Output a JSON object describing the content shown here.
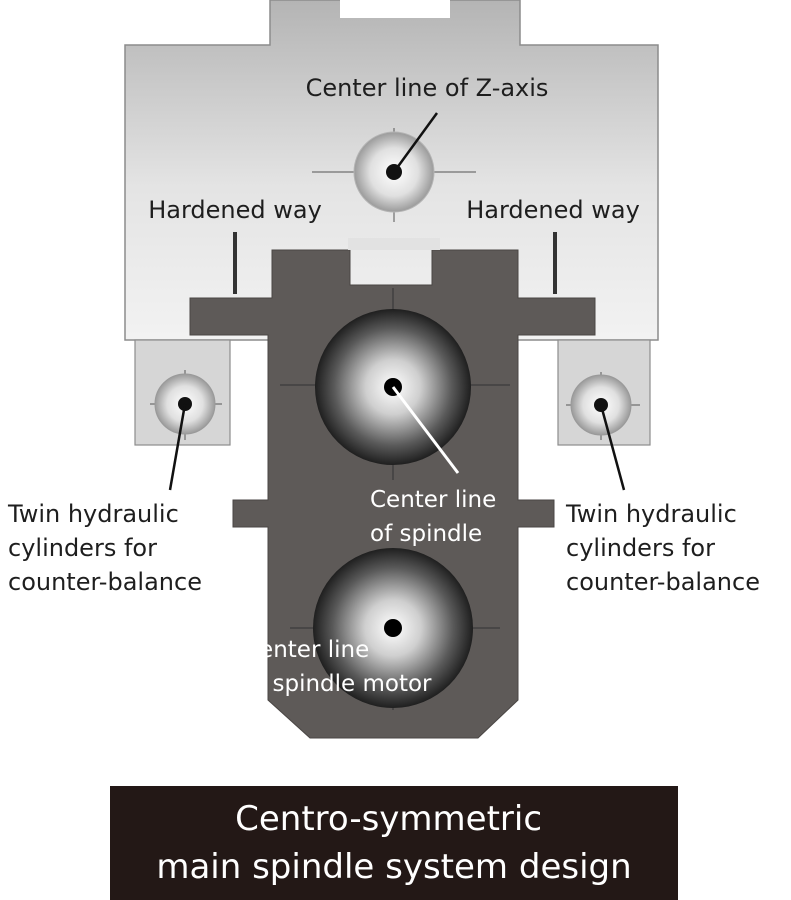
{
  "labels": {
    "z_axis": "Center line of Z-axis",
    "way_left": "Hardened way",
    "way_right": "Hardened way",
    "cyl_left": [
      "Twin hydraulic",
      "cylinders for",
      "counter-balance"
    ],
    "cyl_right": [
      "Twin hydraulic",
      "cylinders for",
      "counter-balance"
    ],
    "spindle": [
      "Center line",
      "of spindle"
    ],
    "motor": [
      "Center line",
      "of spindle motor"
    ]
  },
  "caption": [
    "Centro-symmetric",
    "main spindle system design"
  ],
  "colors": {
    "housing": "#d8d8d8",
    "block": "#5e5a58",
    "caption_bg": "#231816"
  }
}
